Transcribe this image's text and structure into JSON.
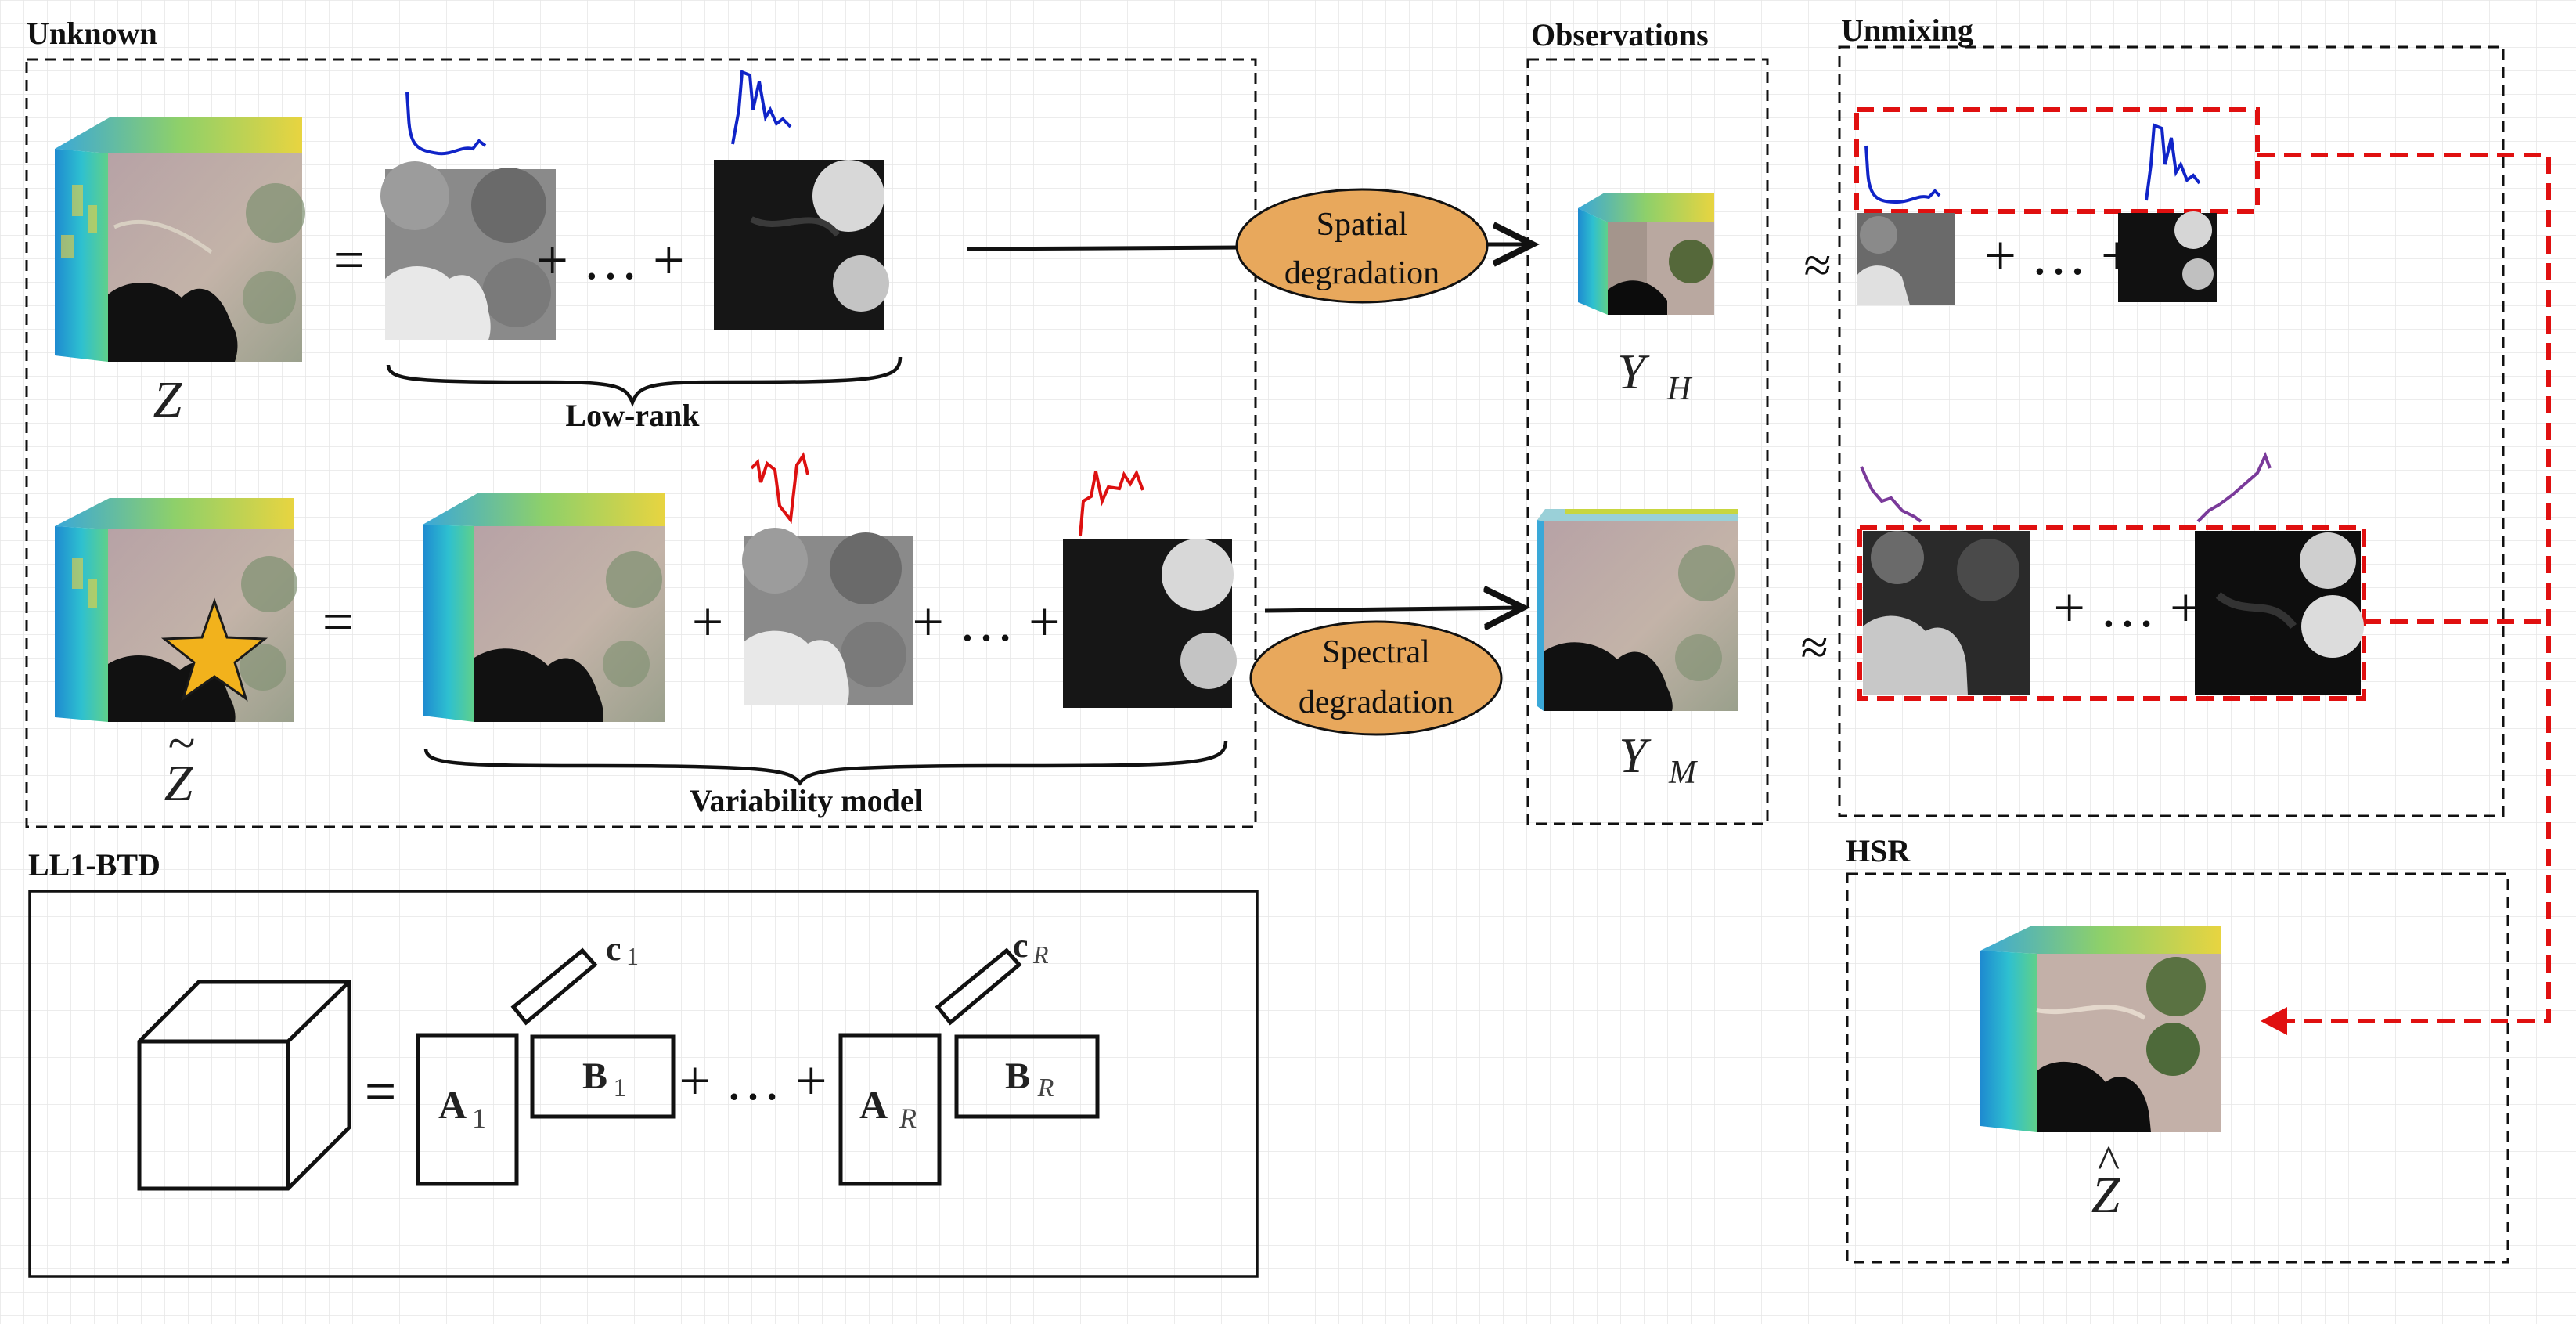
{
  "sections": {
    "unknown": "Unknown",
    "observations": "Observations",
    "unmixing": "Unmixing",
    "hsr": "HSR",
    "ll1btd": "LL1-BTD"
  },
  "labels": {
    "low_rank": "Low-rank",
    "variability_model": "Variability model",
    "spatial_degradation_1": "Spatial",
    "spatial_degradation_2": "degradation",
    "spectral_degradation_1": "Spectral",
    "spectral_degradation_2": "degradation"
  },
  "symbols": {
    "z": "Z",
    "z_tilde": "Z",
    "z_tilde_mark": "~",
    "z_hat": "Z",
    "z_hat_mark": "^",
    "y": "Y",
    "y_h_sub": "H",
    "y_m_sub": "M",
    "equals": "=",
    "approx": "≈",
    "plus": "+",
    "plus_dots_plus": "+ … +",
    "a1": "A",
    "b1": "B",
    "c1": "c",
    "sub_1": "1",
    "ar": "A",
    "br": "B",
    "cr": "c",
    "sub_r": "R"
  },
  "colors": {
    "endmember_blue": "#1024c8",
    "endmember_red": "#dd1010",
    "endmember_purple": "#7a3a9a",
    "degradation_fill": "#e8a85c",
    "unmixing_dashed": "#e01010",
    "cube_side": "#2aa0d8",
    "cube_top": "#c8d640"
  },
  "icons": {
    "star": "star-icon",
    "arrow": "arrow-right-icon"
  }
}
